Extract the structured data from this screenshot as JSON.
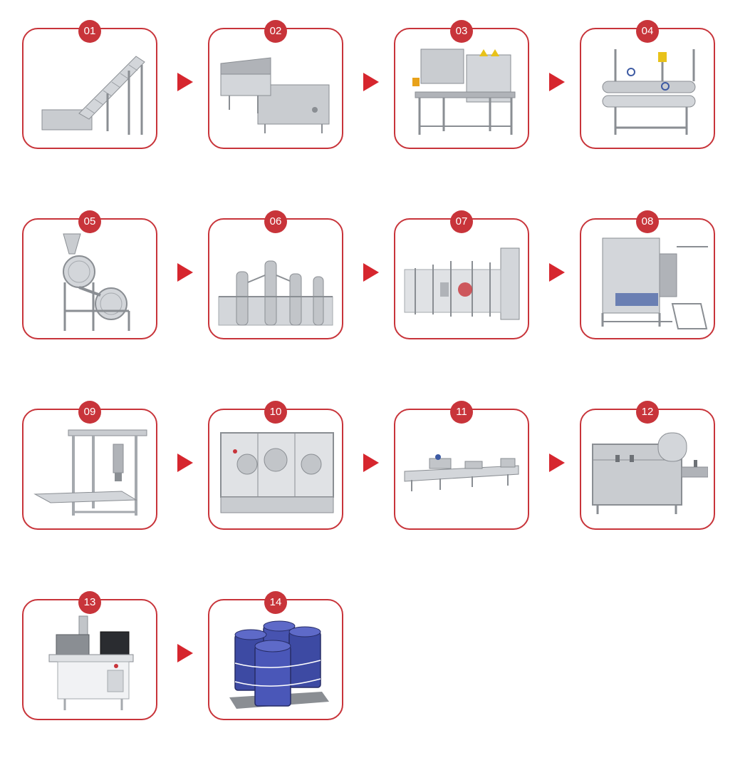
{
  "steps": [
    {
      "number": "01",
      "icon": "inclined-conveyor-icon"
    },
    {
      "number": "02",
      "icon": "bubble-washer-icon"
    },
    {
      "number": "03",
      "icon": "crusher-machine-icon"
    },
    {
      "number": "04",
      "icon": "tubular-preheater-icon"
    },
    {
      "number": "05",
      "icon": "pulping-machine-icon"
    },
    {
      "number": "06",
      "icon": "evaporator-icon"
    },
    {
      "number": "07",
      "icon": "sterilizer-line-icon"
    },
    {
      "number": "08",
      "icon": "aseptic-filler-icon"
    },
    {
      "number": "09",
      "icon": "bag-filling-frame-icon"
    },
    {
      "number": "10",
      "icon": "filling-capping-machine-icon"
    },
    {
      "number": "11",
      "icon": "cooling-tunnel-icon"
    },
    {
      "number": "12",
      "icon": "pasteurizer-tunnel-icon"
    },
    {
      "number": "13",
      "icon": "laser-marking-machine-icon"
    },
    {
      "number": "14",
      "icon": "drum-pallet-icon"
    }
  ],
  "colors": {
    "accent": "#c8343a",
    "arrow": "#d6262e",
    "steel": "#b9bcc0",
    "drum": "#3d4aa3"
  }
}
